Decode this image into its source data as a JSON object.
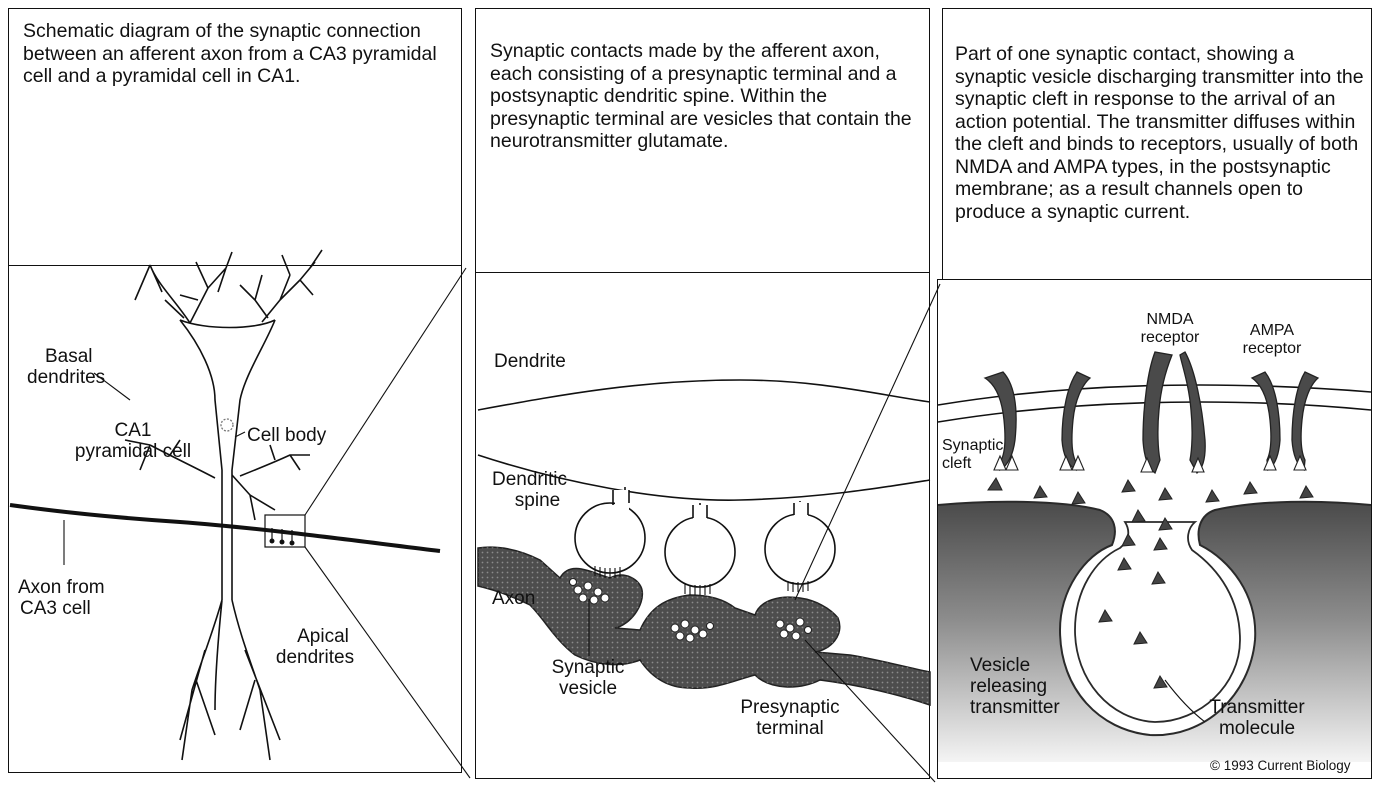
{
  "panels": [
    {
      "caption": "Schematic diagram of the synaptic connection between an afferent axon from a CA3 pyramidal cell and a pyramidal cell in CA1.",
      "labels": {
        "basal_line1": "Basal",
        "basal_line2": "dendrites",
        "ca1_line1": "CA1",
        "ca1_line2": "pyramidal cell",
        "cell_body": "Cell body",
        "axon_line1": "Axon from",
        "axon_line2": "CA3 cell",
        "apical_line1": "Apical",
        "apical_line2": "dendrites"
      }
    },
    {
      "caption": "Synaptic contacts made by the afferent axon, each consisting of a presynaptic terminal and a postsynaptic dendritic spine. Within the presynaptic terminal are vesicles that contain the neurotransmitter glutamate.",
      "labels": {
        "dendrite": "Dendrite",
        "spine_line1": "Dendritic",
        "spine_line2": "spine",
        "axon": "Axon",
        "vesicle_line1": "Synaptic",
        "vesicle_line2": "vesicle",
        "terminal_line1": "Presynaptic",
        "terminal_line2": "terminal"
      }
    },
    {
      "caption": "Part of one synaptic contact, showing a synaptic vesicle discharging transmitter into the synaptic cleft in response to the arrival of an action potential. The transmitter diffuses within the cleft and binds to receptors, usually of both NMDA and AMPA types, in the postsynaptic membrane; as a result channels open to produce a synaptic current.",
      "labels": {
        "nmda_line1": "NMDA",
        "nmda_line2": "receptor",
        "ampa_line1": "AMPA",
        "ampa_line2": "receptor",
        "cleft_line1": "Synaptic",
        "cleft_line2": "cleft",
        "vesicle_line1": "Vesicle",
        "vesicle_line2": "releasing",
        "vesicle_line3": "transmitter",
        "molecule_line1": "Transmitter",
        "molecule_line2": "molecule",
        "copyright": "© 1993 Current Biology"
      }
    }
  ]
}
